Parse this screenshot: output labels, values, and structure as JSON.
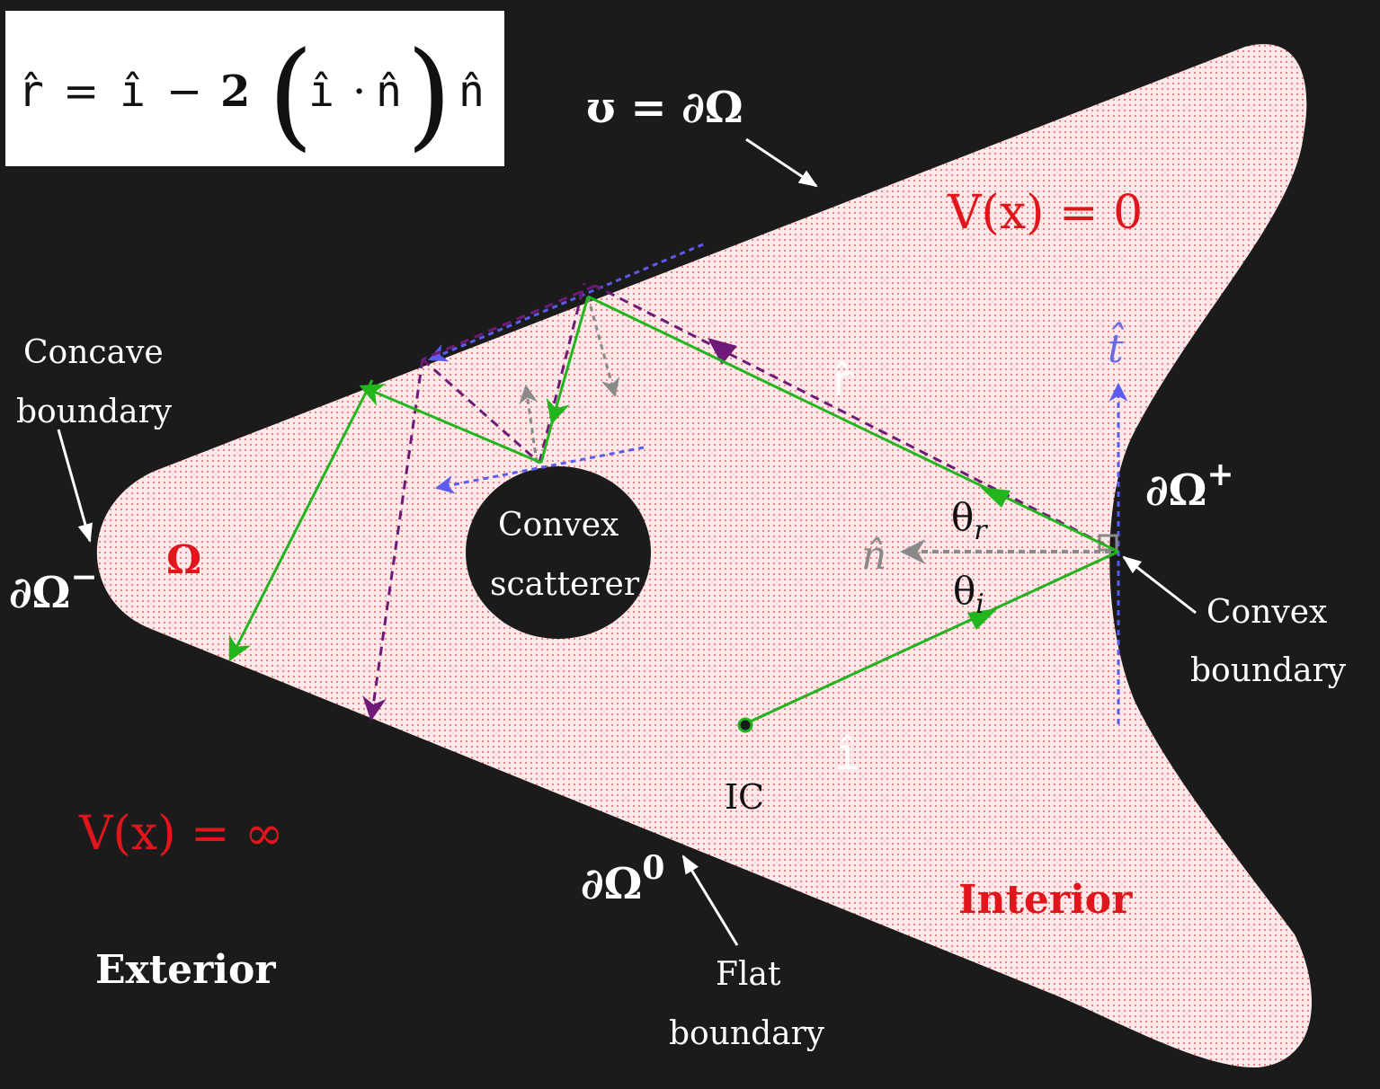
{
  "colors": {
    "background": "#1b1b1b",
    "region_fill": "#fde9ea",
    "region_dots": "#e23a3a",
    "trajectory_green": "#22b51e",
    "trajectory_purple": "#6e1a78",
    "tangent_blue": "#5b5bef",
    "normal_gray": "#8a8a8a",
    "label_red": "#e0161c",
    "label_white": "#ffffff"
  },
  "formula": {
    "r": "r̂",
    "eq": "=",
    "i": "î",
    "minus": "−",
    "two": "2",
    "lparen": "(",
    "dot": "·",
    "n": "n̂",
    "rparen": ")"
  },
  "labels": {
    "upsilon": "ʊ = ∂Ω",
    "v_zero": "V(x) = 0",
    "v_infinity": "V(x) = ∞",
    "omega": "Ω",
    "d_omega_minus_base": "∂Ω",
    "d_omega_minus_sup": "−",
    "d_omega_plus_base": "∂Ω",
    "d_omega_plus_sup": "+",
    "d_omega_zero_base": "∂Ω",
    "d_omega_zero_sup": "0",
    "concave_line1": "Concave",
    "concave_line2": "boundary",
    "convex_line1": "Convex",
    "convex_line2": "boundary",
    "flat_line1": "Flat",
    "flat_line2": "boundary",
    "scatterer_line1": "Convex",
    "scatterer_line2": "scatterer",
    "r_hat": "r̂",
    "i_hat": "î",
    "t_hat": "t̂",
    "n_hat": "n̂",
    "theta_r_base": "θ",
    "theta_r_sub": "r",
    "theta_i_base": "θ",
    "theta_i_sub": "i",
    "ic": "IC",
    "interior": "Interior",
    "exterior": "Exterior"
  },
  "icons": [
    "reflection-formula",
    "billiard-domain",
    "convex-scatterer-disk",
    "initial-condition-marker"
  ]
}
